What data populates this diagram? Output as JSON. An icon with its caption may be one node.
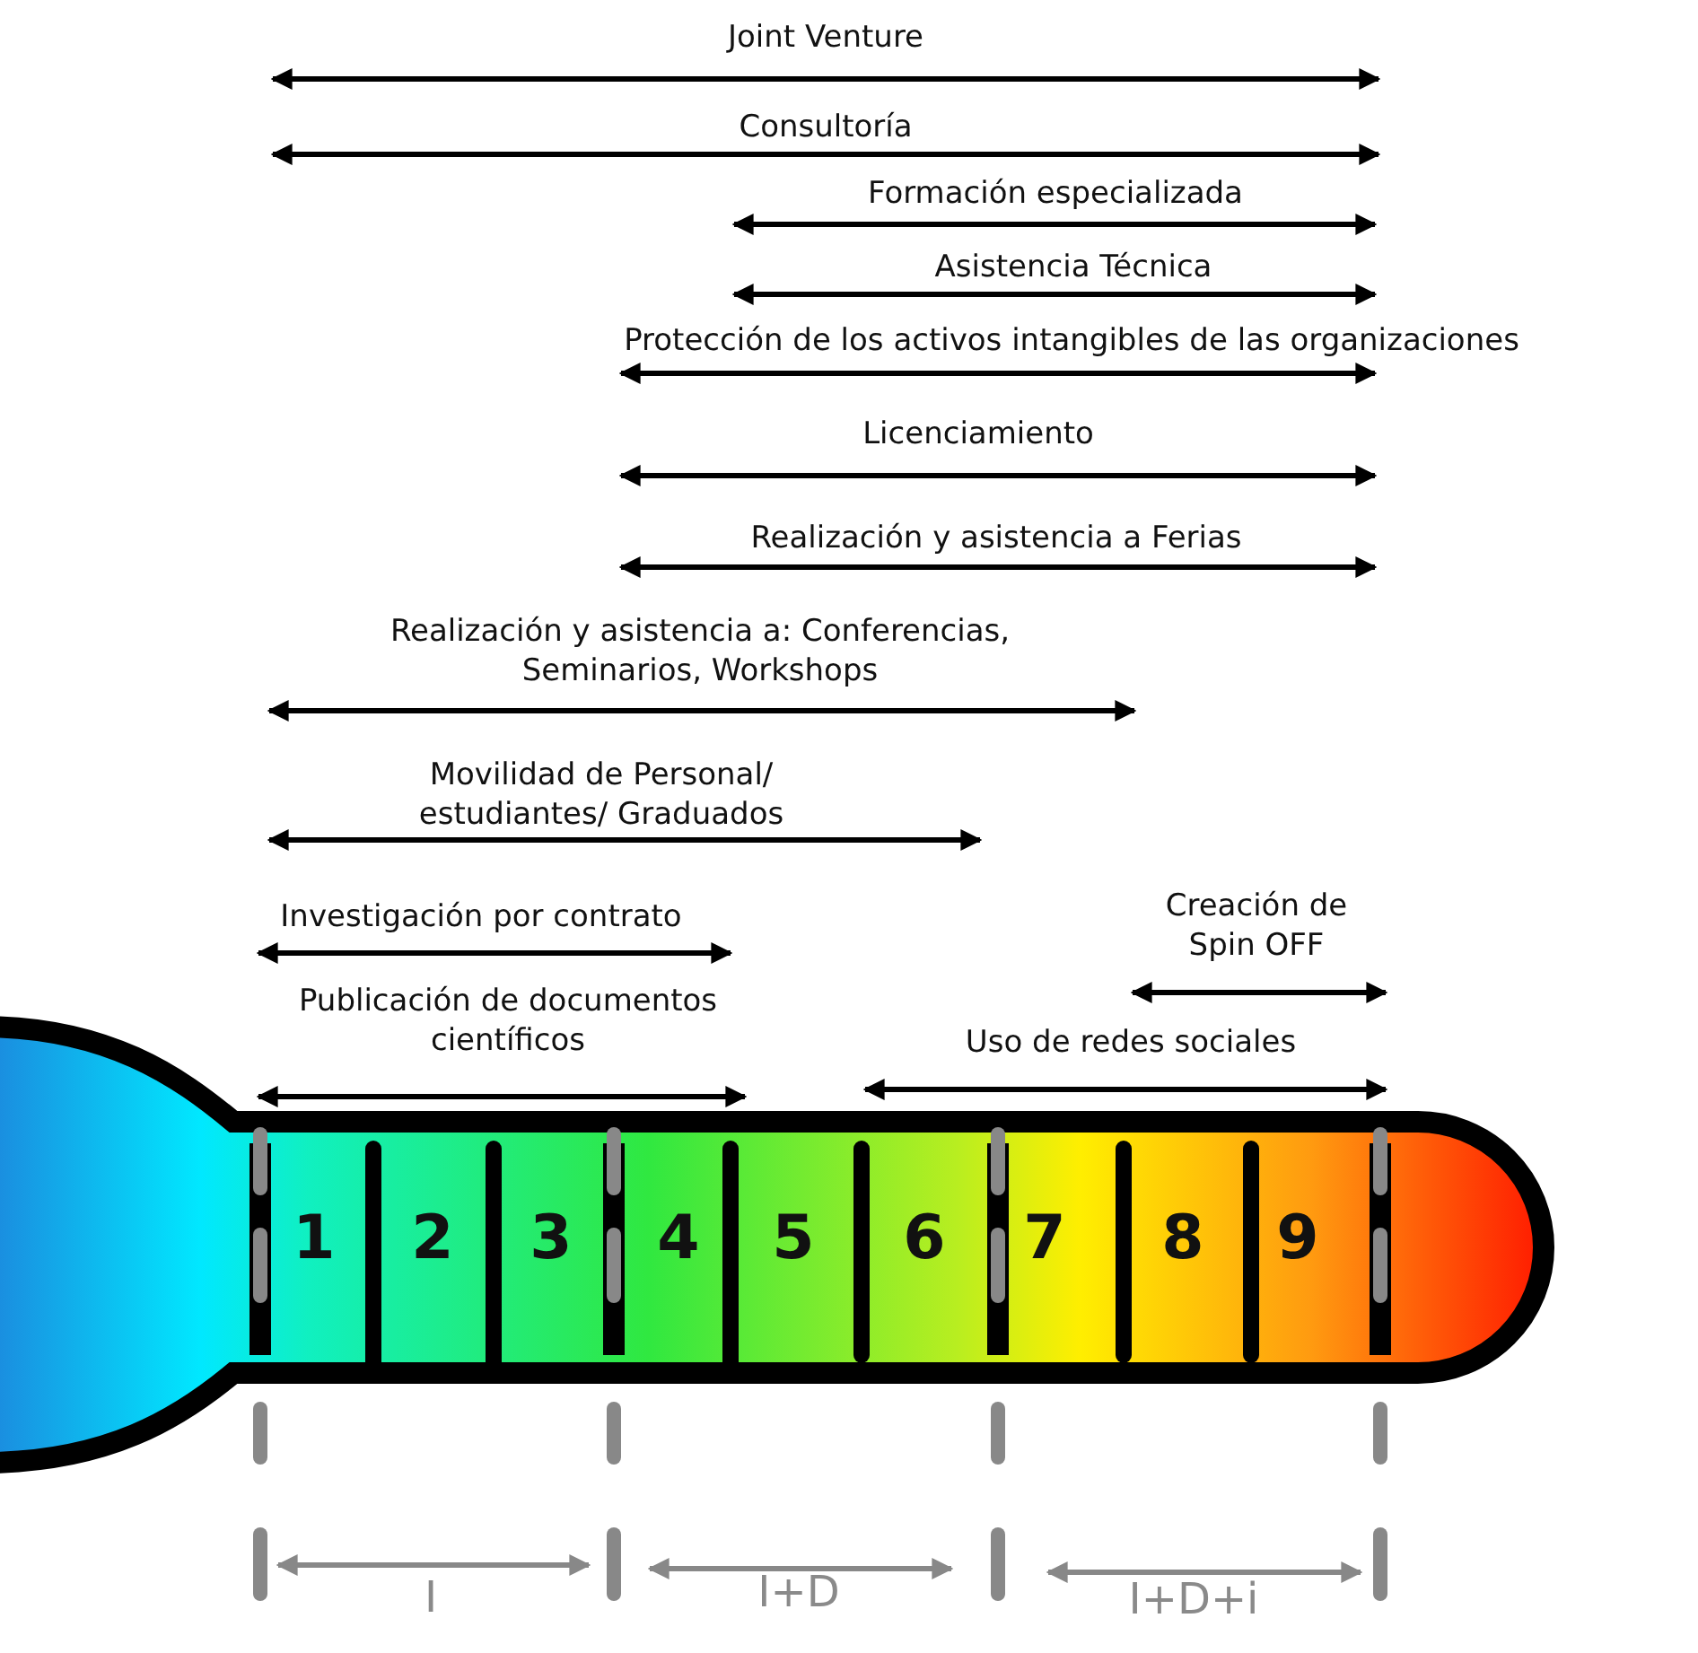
{
  "diagram": {
    "labels": [
      "Joint Venture",
      "Consultoría",
      "Formación especializada",
      "Asistencia Técnica",
      "Protección de los activos intangibles de las organizaciones",
      "Licenciamiento",
      "Realización y asistencia a Ferias",
      "Realización y asistencia a: Conferencias, Seminarios, Workshops",
      "Movilidad de Personal/ estudiantes/ Graduados",
      "Investigación por contrato",
      "Publicación de documentos científicos",
      "Creación de Spin OFF",
      "Uso de redes sociales",
      "1",
      "2",
      "3",
      "4",
      "5",
      "6",
      "7",
      "8",
      "9",
      "I",
      "I+D",
      "I+D+i"
    ]
  }
}
